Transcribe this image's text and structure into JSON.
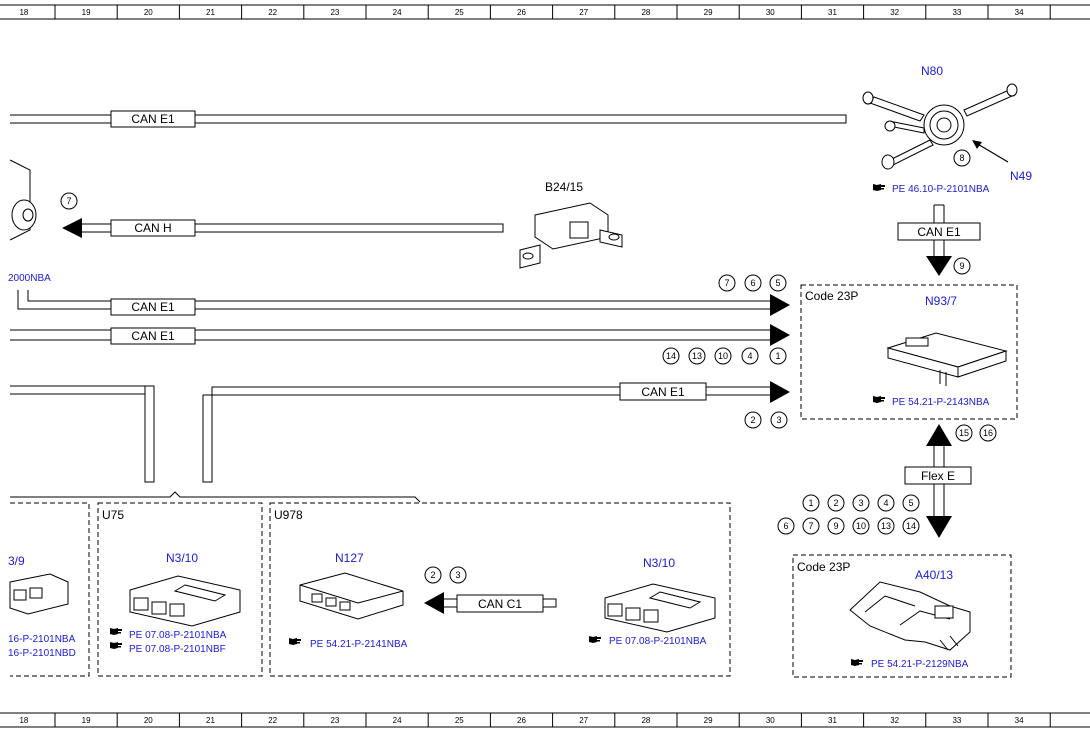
{
  "ruler": [
    "18",
    "19",
    "20",
    "21",
    "22",
    "23",
    "24",
    "25",
    "26",
    "27",
    "28",
    "29",
    "30",
    "31",
    "32",
    "33",
    "34"
  ],
  "components": {
    "n80": "N80",
    "n49": "N49",
    "b24_15": "B24/15",
    "n93_7": "N93/7",
    "n3_9": "3/9",
    "n3_10_a": "N3/10",
    "n127": "N127",
    "n3_10_b": "N3/10",
    "a40_13": "A40/13"
  },
  "groups": {
    "code23p_top": "Code 23P",
    "code23p_bottom": "Code 23P",
    "u75": "U75",
    "u978": "U978"
  },
  "buses": {
    "can_e1_top": "CAN E1",
    "can_h": "CAN H",
    "can_e1_mid1": "CAN E1",
    "can_e1_mid2": "CAN E1",
    "can_e1_low": "CAN E1",
    "can_e1_vert": "CAN E1",
    "flex_e": "Flex E",
    "can_c1": "CAN C1"
  },
  "refs": {
    "ref_n80": "PE 46.10-P-2101NBA",
    "ref_left_cut": "2000NBA",
    "ref_n93_7": "PE 54.21-P-2143NBA",
    "ref_n3_9_a": "16-P-2101NBA",
    "ref_n3_9_b": "16-P-2101NBD",
    "ref_u75_a": "PE 07.08-P-2101NBA",
    "ref_u75_b": "PE 07.08-P-2101NBF",
    "ref_n127": "PE 54.21-P-2141NBA",
    "ref_n3_10_b": "PE 07.08-P-2101NBA",
    "ref_a40_13": "PE 54.21-P-2129NBA"
  },
  "circles": {
    "c_n49": [
      "8"
    ],
    "c_can_h": [
      "7"
    ],
    "c_vert_top": [
      "9"
    ],
    "c_row1": [
      "7",
      "6",
      "5"
    ],
    "c_row2": [
      "14",
      "13",
      "10",
      "4",
      "1"
    ],
    "c_row3": [
      "2",
      "3"
    ],
    "c_flex_up": [
      "15",
      "16"
    ],
    "c_flex_row1": [
      "1",
      "2",
      "3",
      "4",
      "5"
    ],
    "c_flex_row2": [
      "6",
      "7",
      "9",
      "10",
      "13",
      "14"
    ],
    "c_can_c1": [
      "2",
      "3"
    ]
  }
}
